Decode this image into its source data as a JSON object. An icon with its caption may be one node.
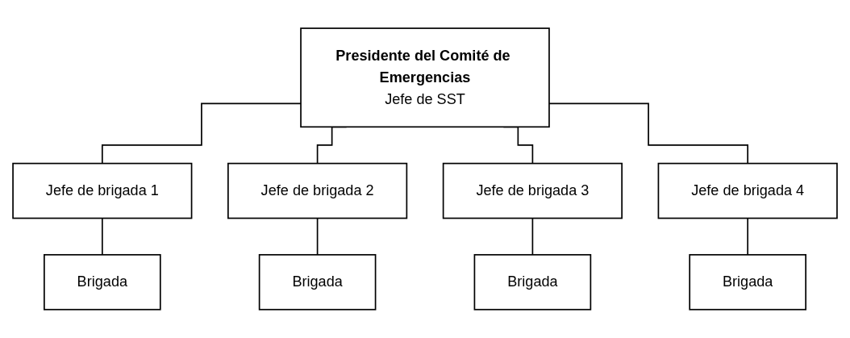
{
  "diagram": {
    "nodes": [
      {
        "text": [
          "Presidente del Comité de Emergencias",
          "Jefe de SST"
        ]
      },
      {
        "text": [
          "Jefe de brigada 1"
        ]
      },
      {
        "text": [
          "Jefe de brigada 2"
        ]
      },
      {
        "text": [
          "Jefe de brigada 3"
        ]
      },
      {
        "text": [
          "Jefe de brigada 4"
        ]
      },
      {
        "text": [
          "Brigada"
        ]
      },
      {
        "text": [
          "Brigada"
        ]
      },
      {
        "text": [
          "Brigada"
        ]
      },
      {
        "text": [
          "Brigada"
        ]
      }
    ],
    "edges": [
      {
        "from": 0,
        "to": 1,
        "arrow": "none"
      },
      {
        "from": 0,
        "to": 2,
        "arrow": "none"
      },
      {
        "from": 0,
        "to": 3,
        "arrow": "none"
      },
      {
        "from": 0,
        "to": 4,
        "arrow": "none"
      },
      {
        "from": 1,
        "to": 5,
        "arrow": "none"
      },
      {
        "from": 2,
        "to": 6,
        "arrow": "none"
      },
      {
        "from": 3,
        "to": 7,
        "arrow": "none"
      },
      {
        "from": 4,
        "to": 8,
        "arrow": "none"
      }
    ]
  }
}
